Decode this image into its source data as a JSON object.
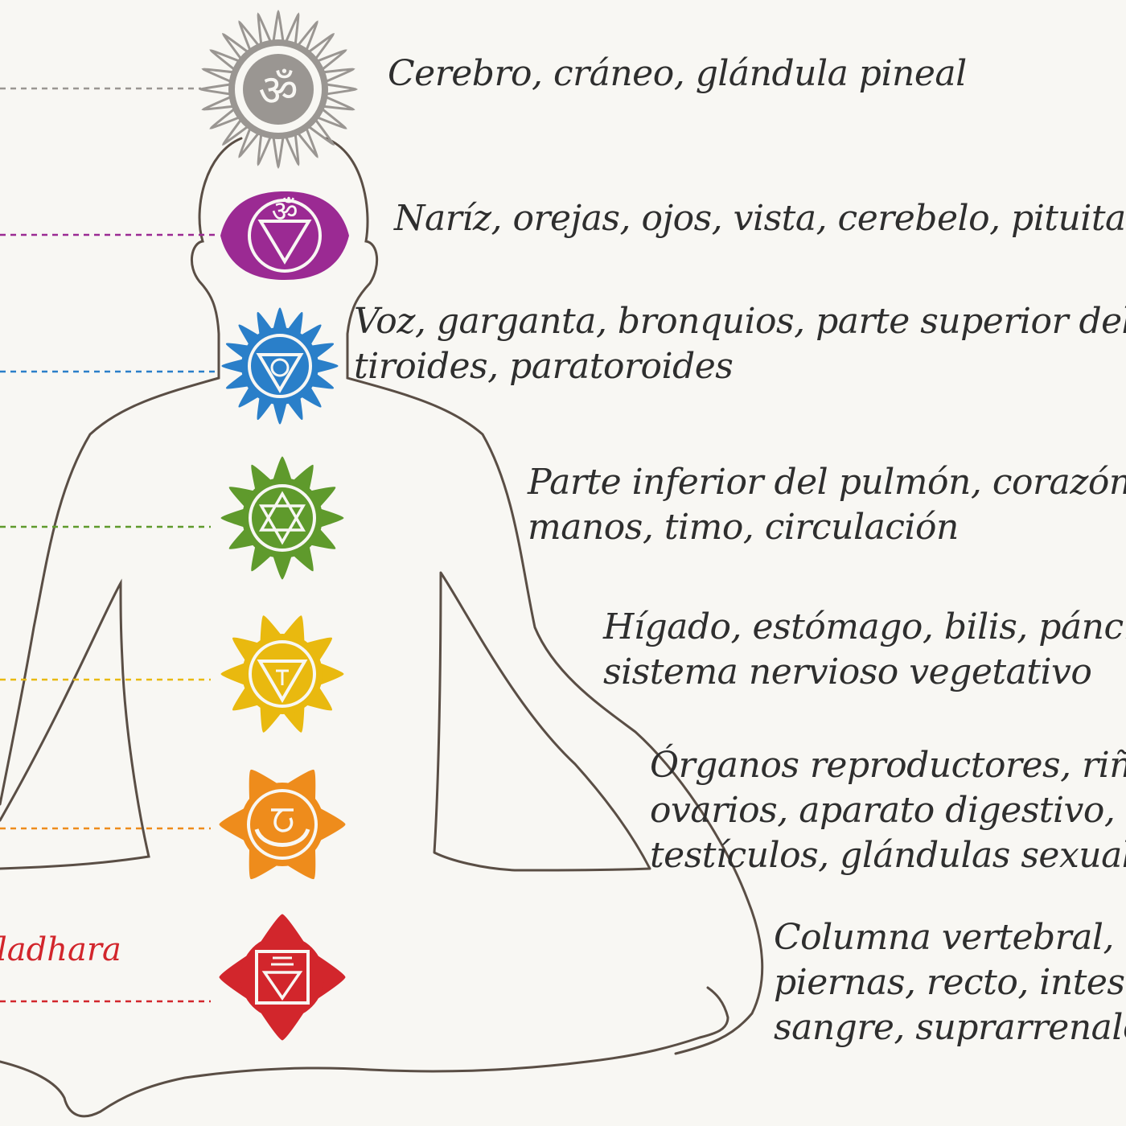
{
  "colors": {
    "crown": "#9a9692",
    "third_eye": "#9b2a93",
    "throat": "#2a7fc9",
    "heart": "#5f9a2c",
    "solar_plexus": "#e9b90f",
    "sacral": "#ee8c1c",
    "root": "#d2262c",
    "outline": "#5a4e45"
  },
  "chakras": [
    {
      "id": "crown",
      "icon": "om-icon",
      "lines": [
        "Cerebro, cráneo, glándula pineal"
      ]
    },
    {
      "id": "third_eye",
      "icon": "om-triangle-icon",
      "lines": [
        "Naríz, orejas, ojos, vista, cerebelo, pituitaria"
      ]
    },
    {
      "id": "throat",
      "icon": "vishuddha-icon",
      "lines": [
        "Voz, garganta, bronquios, parte superior del p",
        "tiroides, paratoroides"
      ]
    },
    {
      "id": "heart",
      "icon": "hexagram-icon",
      "lines": [
        "Parte inferior del pulmón, corazón,",
        "manos, timo, circulación"
      ]
    },
    {
      "id": "solar_plexus",
      "icon": "manipura-icon",
      "lines": [
        "Hígado, estómago, bilis, páncre",
        "sistema nervioso vegetativo"
      ]
    },
    {
      "id": "sacral",
      "icon": "svadhisthana-icon",
      "lines": [
        "Órganos reproductores, riñc",
        "ovarios, aparato digestivo, p",
        "testículos, glándulas sexuale"
      ]
    },
    {
      "id": "root",
      "icon": "muladhara-icon",
      "lines": [
        "Columna vertebral, h",
        "piernas, recto, intesti",
        "sangre, suprarrenale"
      ]
    }
  ],
  "partial_label": "ladhara"
}
